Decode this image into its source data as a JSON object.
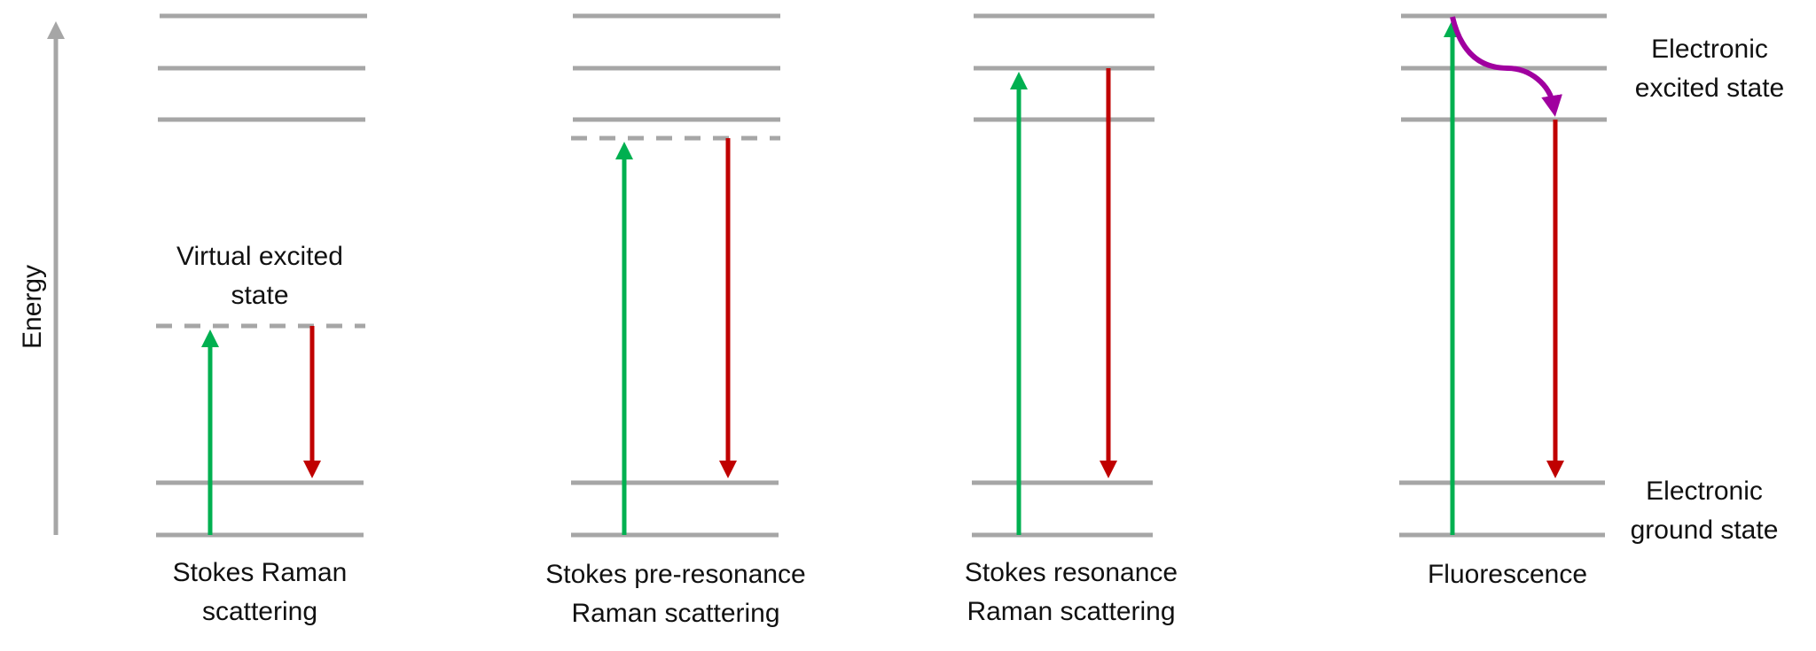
{
  "axis": {
    "label": "Energy"
  },
  "colors": {
    "level": "#a6a6a6",
    "excitation": "#00b050",
    "emission": "#c00000",
    "relaxation": "#a0009f"
  },
  "panels": [
    {
      "title_line1": "Stokes Raman",
      "title_line2": "scattering",
      "annotation_line1": "Virtual excited",
      "annotation_line2": "state"
    },
    {
      "title_line1": "Stokes pre-resonance",
      "title_line2": "Raman scattering"
    },
    {
      "title_line1": "Stokes resonance",
      "title_line2": "Raman scattering"
    },
    {
      "title_line1": "Fluorescence",
      "title_line2": ""
    }
  ],
  "side_labels": {
    "excited_line1": "Electronic",
    "excited_line2": "excited state",
    "ground_line1": "Electronic",
    "ground_line2": "ground state"
  }
}
